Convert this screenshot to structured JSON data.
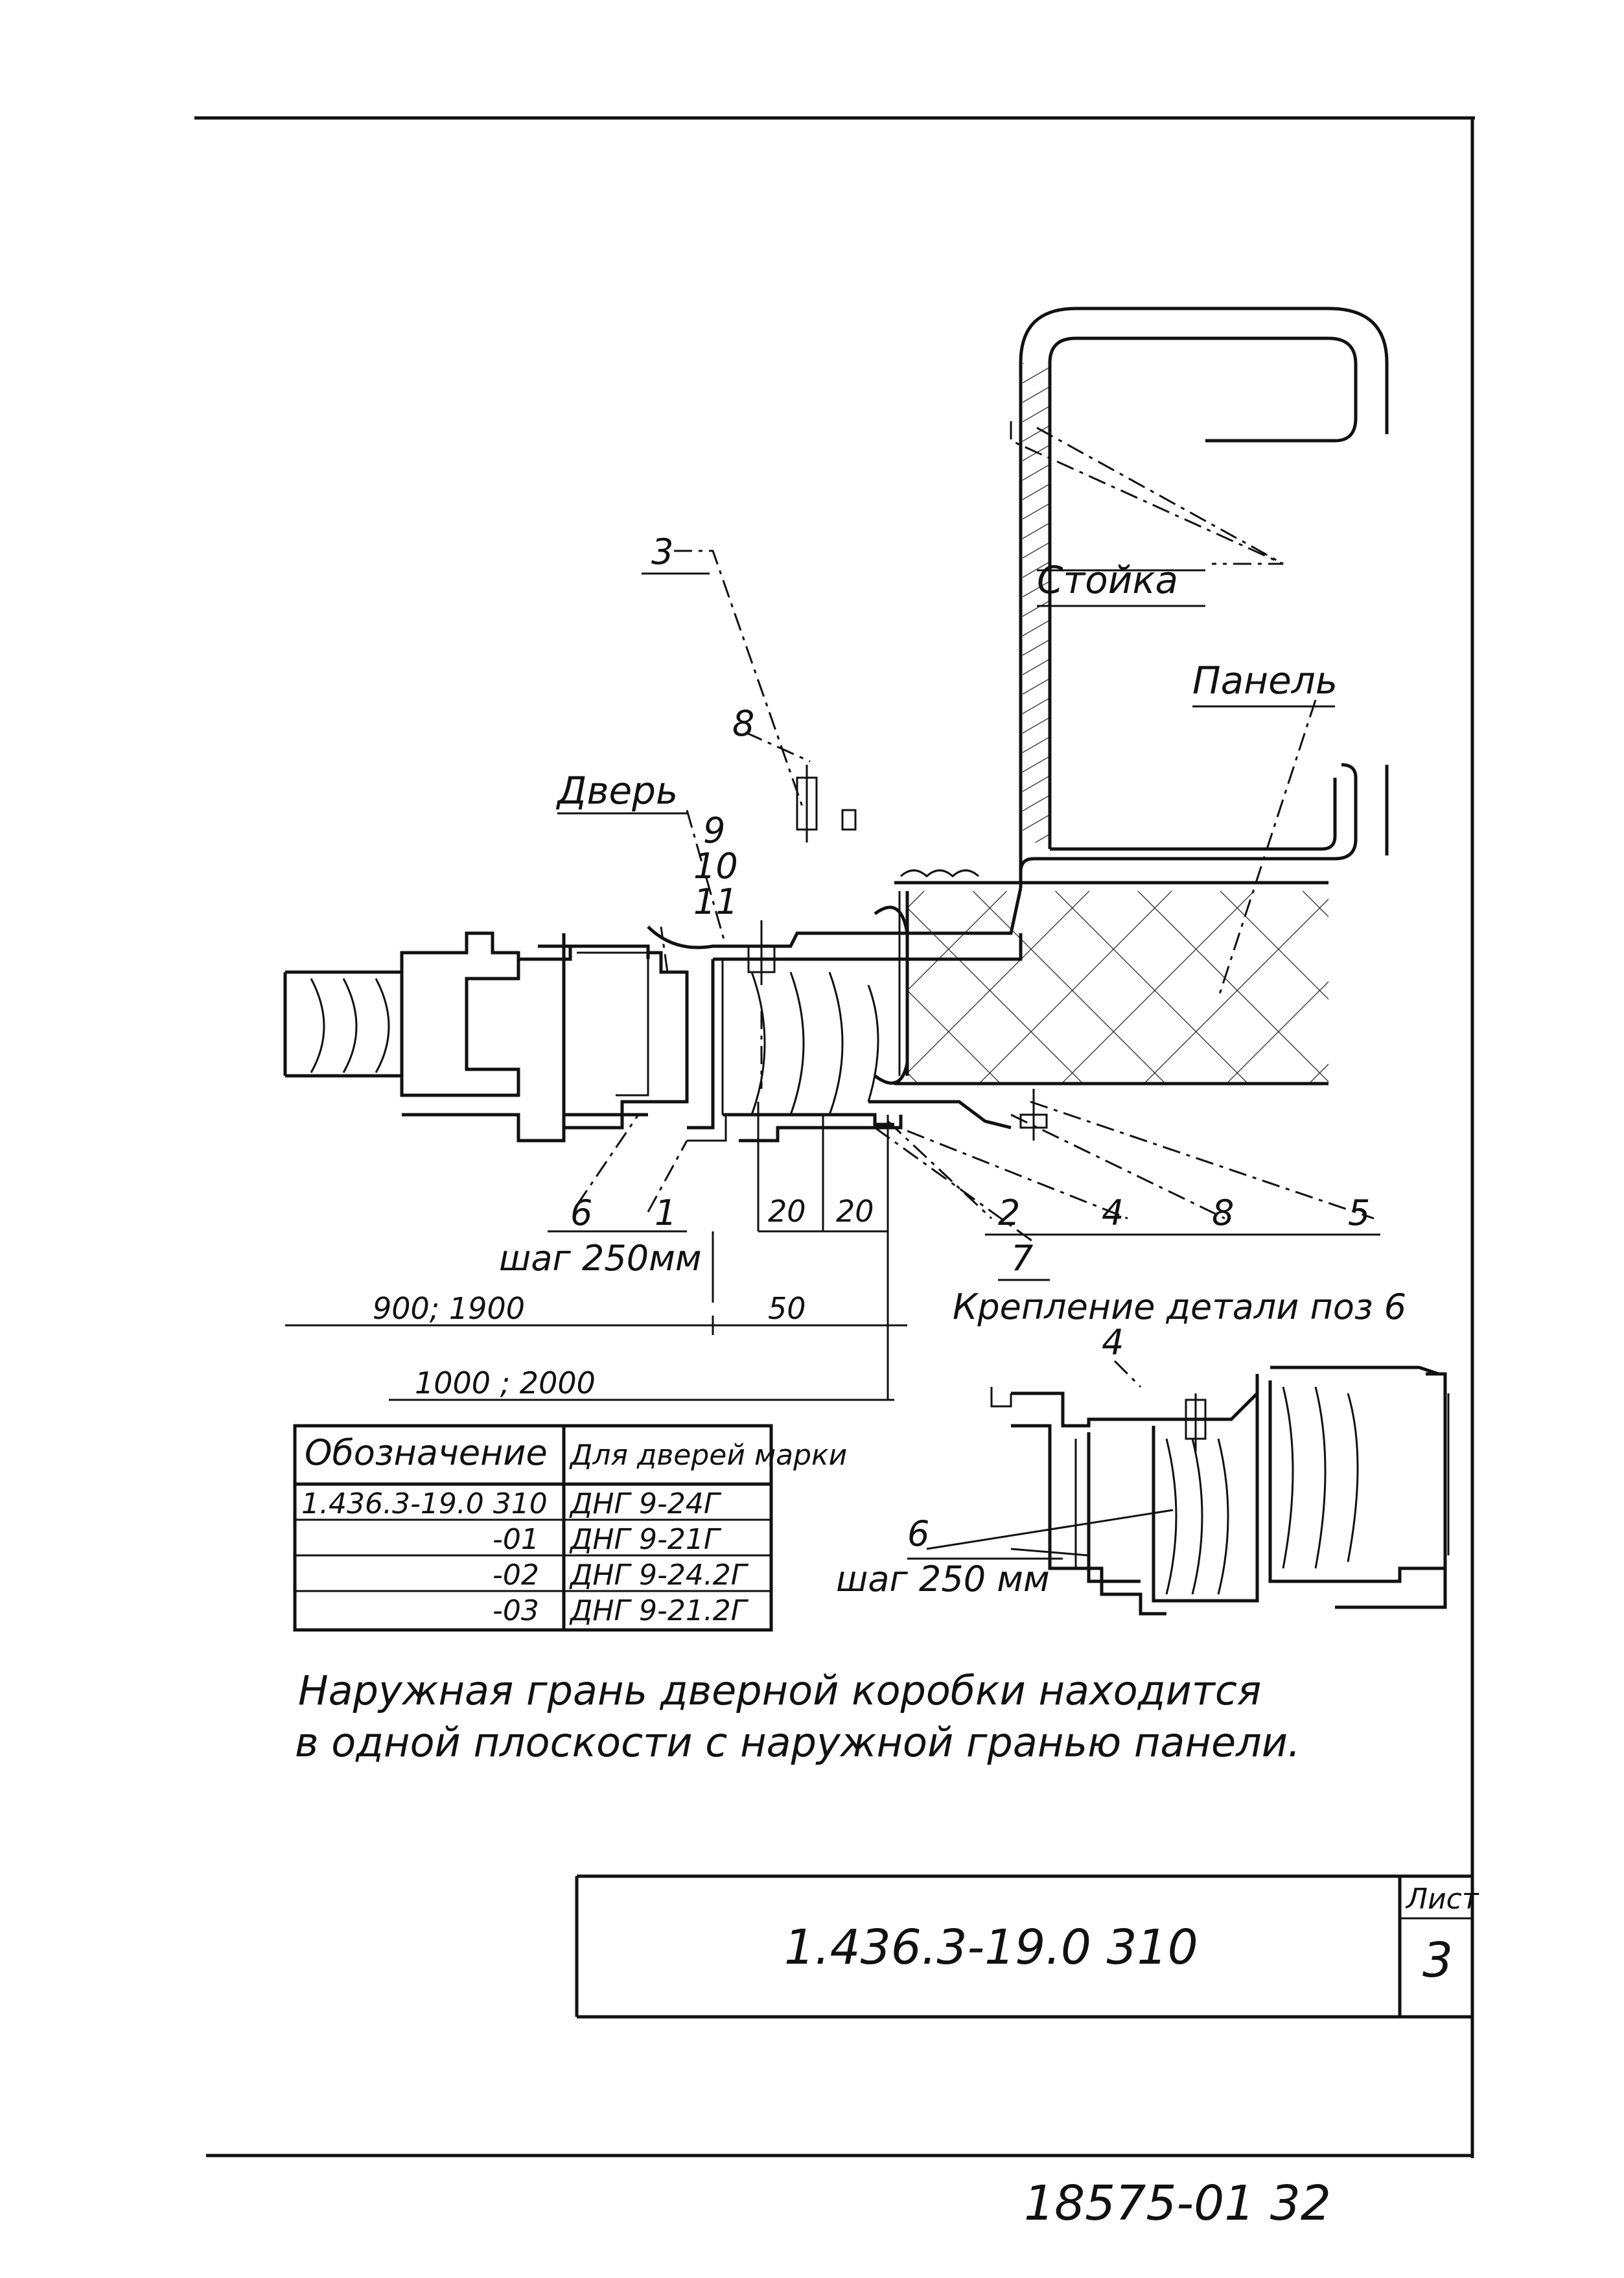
{
  "labels": {
    "stoika": "Стойка",
    "panel": "Панель",
    "door": "Дверь"
  },
  "positions": [
    "3",
    "8",
    "9",
    "10",
    "11",
    "6",
    "1",
    "2",
    "4",
    "8",
    "5",
    "7"
  ],
  "step_note": "шаг 250мм",
  "dimensions": {
    "d20a": "20",
    "d20b": "20",
    "d50": "50",
    "width1": "900; 1900",
    "width2": "1000 ; 2000"
  },
  "detail": {
    "title": "Крепление детали поз 6",
    "pos": "6",
    "step": "шаг 250 мм",
    "top_num": "4"
  },
  "table": {
    "headers": [
      "Обозначение",
      "Для дверей марки"
    ],
    "rows": [
      [
        "1.436.3-19.0 310",
        "ДНГ 9-24Г"
      ],
      [
        "-01",
        "ДНГ 9-21Г"
      ],
      [
        "-02",
        "ДНГ 9-24.2Г"
      ],
      [
        "-03",
        "ДНГ 9-21.2Г"
      ]
    ]
  },
  "note": [
    "Наружная грань дверной коробки находится",
    "в одной плоскости с наружной гранью панели."
  ],
  "title_block": {
    "code": "1.436.3-19.0 310",
    "sheet_label": "Лист",
    "sheet_number": "3"
  },
  "archive_number": "18575-01 32"
}
